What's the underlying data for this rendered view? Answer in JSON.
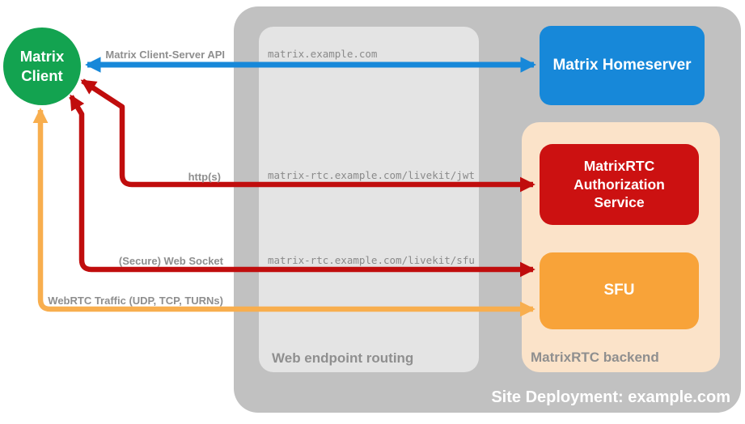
{
  "title": "Site Deployment: example.com",
  "client": {
    "label": "Matrix Client"
  },
  "containers": {
    "web_routing": {
      "label": "Web endpoint routing"
    },
    "backend": {
      "label": "MatrixRTC backend"
    }
  },
  "nodes": {
    "homeserver": {
      "label": "Matrix Homeserver",
      "color": "#1788d9"
    },
    "auth": {
      "label": "MatrixRTC Authorization Service",
      "color": "#cc1111"
    },
    "sfu": {
      "label": "SFU",
      "color": "#f8a339"
    }
  },
  "routes": [
    "matrix.example.com",
    "matrix-rtc.example.com/livekit/jwt",
    "matrix-rtc.example.com/livekit/sfu"
  ],
  "connections": [
    {
      "label": "Matrix Client-Server API",
      "from": "Matrix Client",
      "to": "Matrix Homeserver",
      "color": "#1788d9",
      "bidirectional": true
    },
    {
      "label": "http(s)",
      "from": "Matrix Client",
      "to": "MatrixRTC Authorization Service",
      "color": "#c00d0d",
      "bidirectional": true
    },
    {
      "label": "(Secure) Web Socket",
      "from": "Matrix Client",
      "to": "SFU",
      "color": "#c00d0d",
      "bidirectional": true
    },
    {
      "label": "WebRTC Traffic (UDP, TCP, TURNs)",
      "from": "Matrix Client",
      "to": "SFU",
      "color": "#f8ae4e",
      "bidirectional": true
    }
  ],
  "colors": {
    "client_green": "#13a350",
    "homeserver_blue": "#1788d9",
    "auth_red": "#cc1111",
    "sfu_orange": "#f8a339",
    "arrow_red": "#c00d0d",
    "arrow_orange": "#f8ae4e",
    "backend_bg": "#fbe3c9",
    "routing_bg": "#e4e4e4",
    "deployment_bg": "#c1c1c1",
    "label_gray": "#8e8e8e"
  }
}
